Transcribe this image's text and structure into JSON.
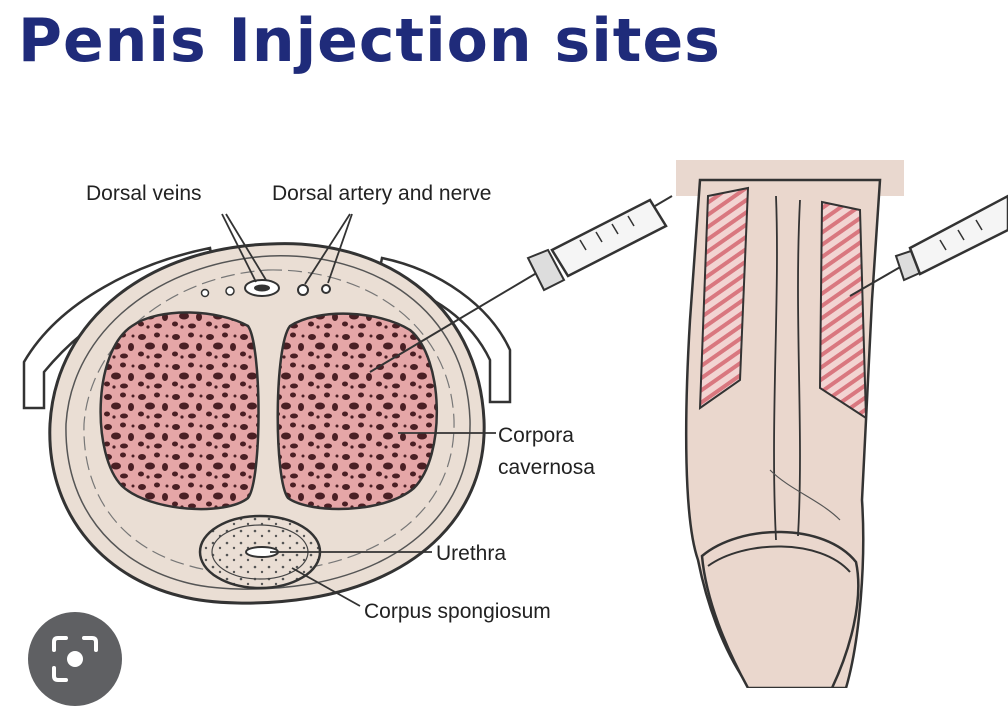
{
  "title": "Penis Injection sites",
  "labels": {
    "dorsal_veins": "Dorsal veins",
    "dorsal_artery": "Dorsal artery and nerve",
    "corpora_line1": "Corpora",
    "corpora_line2": "cavernosa",
    "urethra": "Urethra",
    "corpus_spongiosum": "Corpus spongiosum"
  },
  "colors": {
    "title": "#1f2b7a",
    "tissue": "#e4a2a4",
    "skin": "#ead7cd",
    "lens_button": "#5f6063"
  },
  "icons": {
    "lens": "image-search-lens-icon"
  }
}
